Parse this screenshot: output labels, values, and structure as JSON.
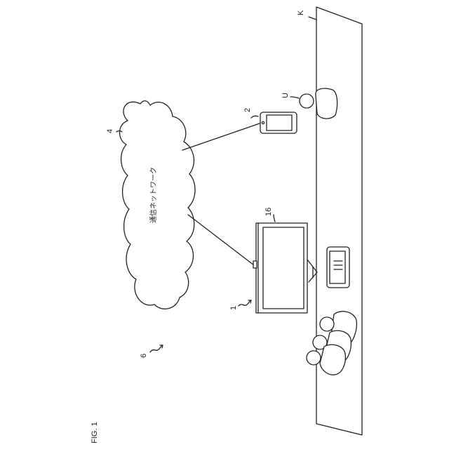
{
  "figure": {
    "title": "FIG. 1",
    "network_label": "通信ネットワーク",
    "ref": {
      "system": "6",
      "network": "4",
      "device": "1",
      "display": "16",
      "terminal": "2",
      "user": "U",
      "table": "K"
    }
  }
}
